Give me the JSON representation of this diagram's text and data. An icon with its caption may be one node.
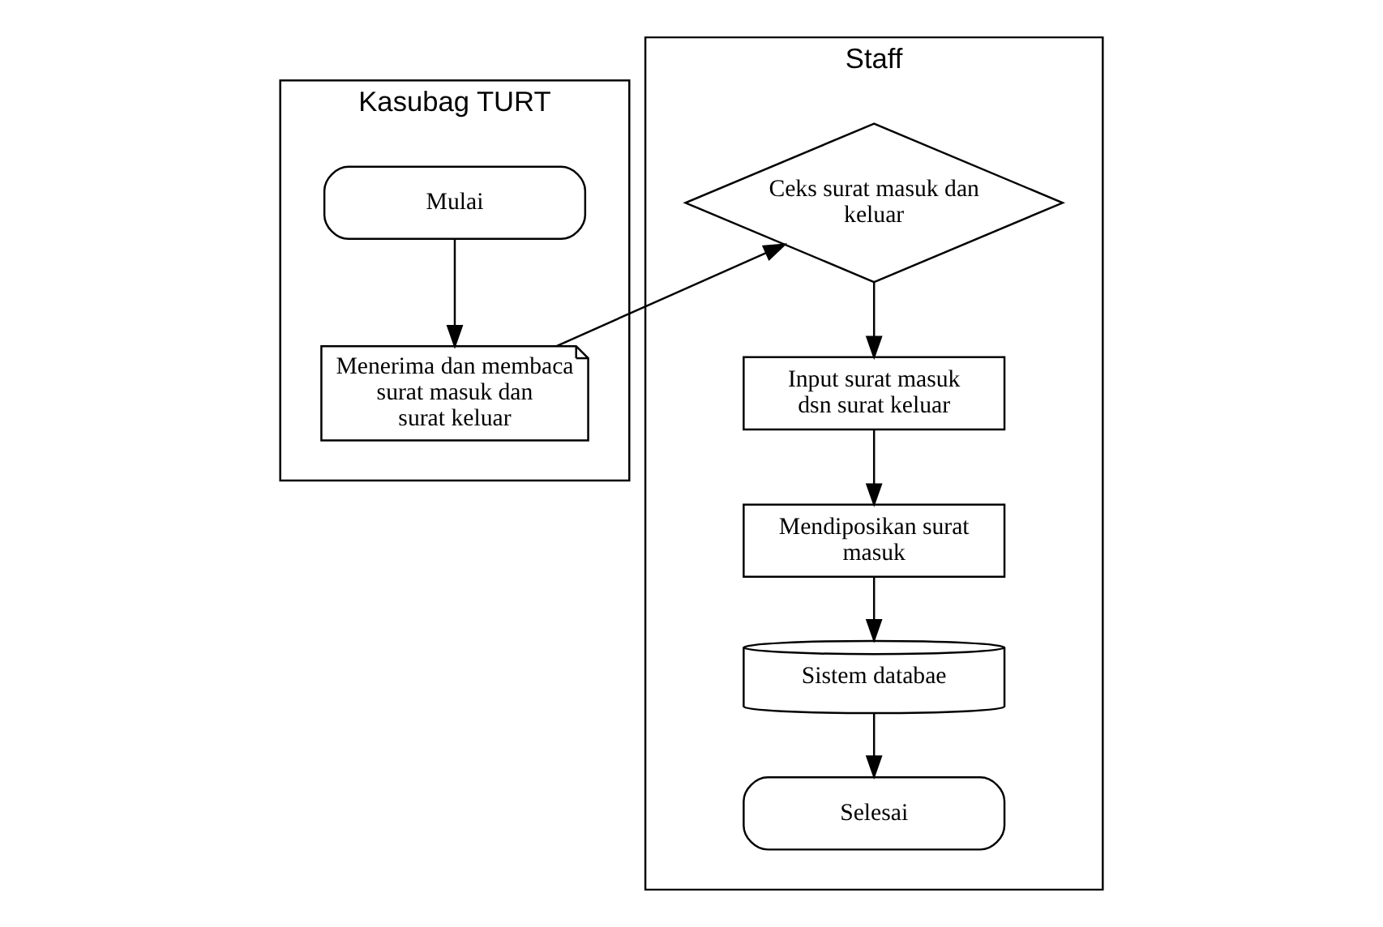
{
  "diagram": {
    "nodes": [
      {
        "text": [
          "Kasubag TURT"
        ]
      },
      {
        "text": [
          "Mulai"
        ],
        "in": 0
      },
      {
        "text": [
          "Menerima dan membaca surat masuk dan surat keluar"
        ],
        "in": 0
      },
      {
        "text": [
          "Staff"
        ]
      },
      {
        "text": [
          "Ceks surat masuk dan keluar"
        ],
        "in": 3
      },
      {
        "text": [
          "Input surat masuk dsn surat keluar"
        ],
        "in": 3
      },
      {
        "text": [
          "Mendiposikan surat masuk"
        ],
        "in": 3
      },
      {
        "text": [
          "Sistem databae"
        ],
        "in": 3
      },
      {
        "text": [
          "Selesai"
        ],
        "in": 3
      }
    ],
    "edges": [
      {
        "from": 1,
        "to": 2,
        "arrow": "to"
      },
      {
        "from": 2,
        "to": 4,
        "arrow": "to"
      },
      {
        "from": 4,
        "to": 5,
        "arrow": "to"
      },
      {
        "from": 5,
        "to": 6,
        "arrow": "to"
      },
      {
        "from": 6,
        "to": 7,
        "arrow": "to"
      },
      {
        "from": 7,
        "to": 8,
        "arrow": "to"
      }
    ]
  }
}
